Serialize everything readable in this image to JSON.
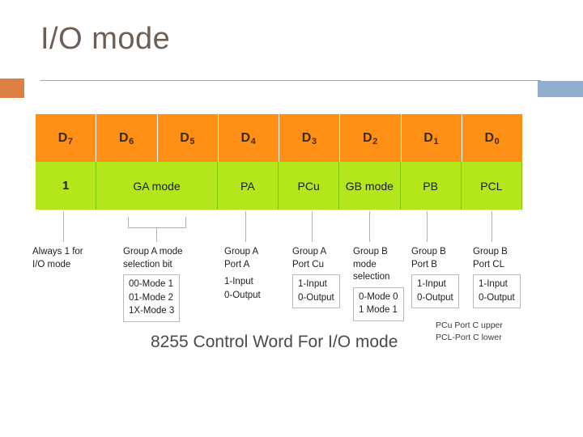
{
  "slide": {
    "title": "I/O mode",
    "accent_orange": "#dd8043",
    "accent_blue": "#91afcd",
    "rule_color": "#8ba9c4"
  },
  "control_word": {
    "row_bit_bg": "#ff9015",
    "row_field_bg": "#b3e61b",
    "bits": [
      {
        "name": "D",
        "index": "7"
      },
      {
        "name": "D",
        "index": "6"
      },
      {
        "name": "D",
        "index": "5"
      },
      {
        "name": "D",
        "index": "4"
      },
      {
        "name": "D",
        "index": "3"
      },
      {
        "name": "D",
        "index": "2"
      },
      {
        "name": "D",
        "index": "1"
      },
      {
        "name": "D",
        "index": "0"
      }
    ],
    "fields": [
      {
        "label": "1",
        "span": 1
      },
      {
        "label": "GA  mode",
        "span": 2
      },
      {
        "label": "PA",
        "span": 1
      },
      {
        "label": "PCu",
        "span": 1
      },
      {
        "label": "GB mode",
        "span": 1
      },
      {
        "label": "PB",
        "span": 1
      },
      {
        "label": "PCL",
        "span": 1
      }
    ]
  },
  "annotations": [
    {
      "caption": "Always 1 for\nI/O mode",
      "detail": "",
      "detail_boxed": false
    },
    {
      "caption": "Group A mode\nselection bit",
      "detail": "00-Mode 1\n01-Mode 2\n1X-Mode 3",
      "detail_boxed": true
    },
    {
      "caption": "Group A\nPort A",
      "detail": "1-Input\n0-Output",
      "detail_boxed": false
    },
    {
      "caption": "Group A\nPort Cu",
      "detail": "1-Input\n0-Output",
      "detail_boxed": true
    },
    {
      "caption": "Group B\nmode\nselection",
      "detail": "0-Mode 0\n1 Mode 1",
      "detail_boxed": true
    },
    {
      "caption": "Group B\nPort B",
      "detail": "1-Input\n0-Output",
      "detail_boxed": true
    },
    {
      "caption": "Group B\nPort CL",
      "detail": "1-Input\n0-Output",
      "detail_boxed": true
    }
  ],
  "caption": "8255 Control Word For I/O mode",
  "legend": "PCu Port C upper\nPCL-Port C lower"
}
